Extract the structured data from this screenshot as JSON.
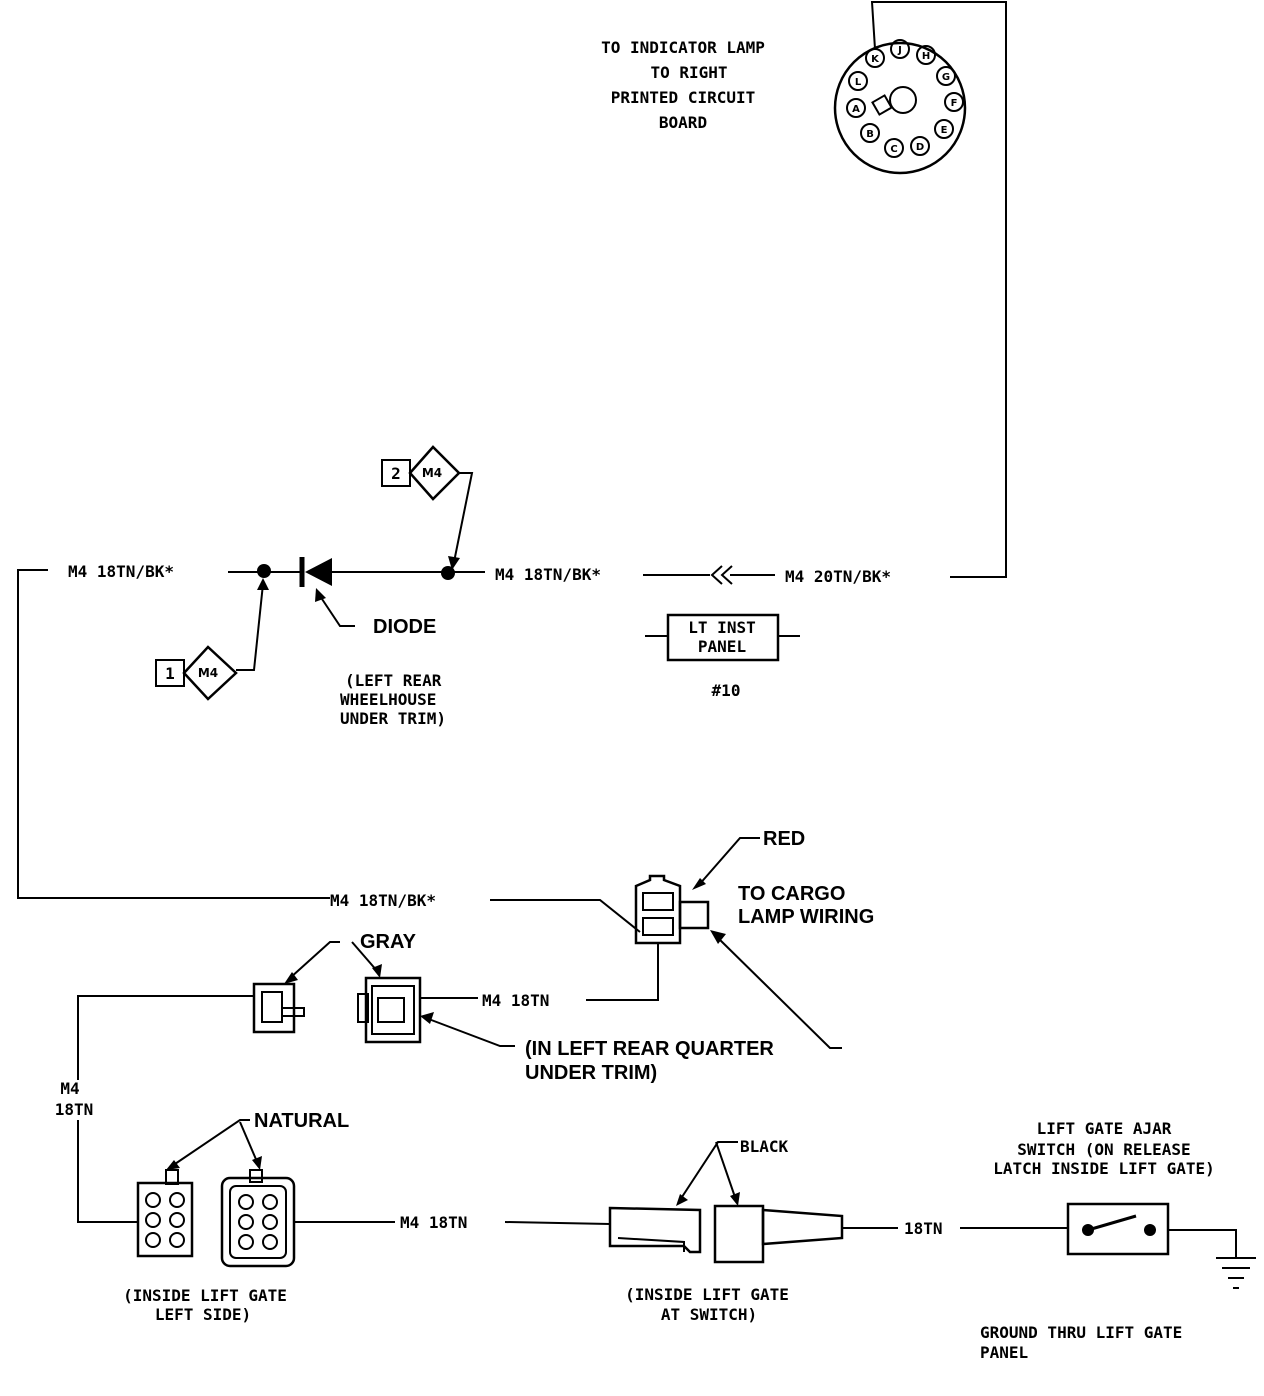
{
  "connector_top": {
    "label_lines": [
      "TO INDICATOR LAMP",
      "TO RIGHT",
      "PRINTED CIRCUIT",
      "BOARD"
    ],
    "pins": [
      "K",
      "J",
      "H",
      "G",
      "F",
      "E",
      "D",
      "C",
      "B",
      "A",
      "L"
    ]
  },
  "wires": {
    "main_left": "M4 18TN/BK*",
    "main_mid": "M4 18TN/BK*",
    "main_right": "M4 20TN/BK*",
    "long_run": "M4 18TN/BK*",
    "gray_run": "M4 18TN",
    "vertical_left": [
      "M4",
      "18TN"
    ],
    "bottom_mid": "M4 18TN",
    "bottom_right": "18TN"
  },
  "splices": [
    {
      "number": "1",
      "code": "M4"
    },
    {
      "number": "2",
      "code": "M4"
    }
  ],
  "diode": {
    "label": "DIODE",
    "location_lines": [
      "(LEFT REAR",
      "WHEELHOUSE",
      "UNDER TRIM)"
    ]
  },
  "inst_panel": {
    "lines": [
      "LT INST",
      "PANEL"
    ],
    "number": "#10"
  },
  "cargo": {
    "red_label": "RED",
    "lines": [
      "TO CARGO",
      "LAMP WIRING"
    ]
  },
  "gray_connector": {
    "label": "GRAY",
    "location_lines": [
      "(IN LEFT REAR QUARTER",
      "UNDER TRIM)"
    ]
  },
  "natural_connector": {
    "label": "NATURAL",
    "location_lines": [
      "(INSIDE LIFT GATE",
      "LEFT SIDE)"
    ]
  },
  "black_connector": {
    "label": "BLACK",
    "location_lines": [
      "(INSIDE LIFT GATE",
      "AT SWITCH)"
    ]
  },
  "switch": {
    "title_lines": [
      "LIFT GATE AJAR",
      "SWITCH (ON RELEASE",
      "LATCH INSIDE LIFT GATE)"
    ],
    "ground_lines": [
      "GROUND THRU LIFT GATE",
      "PANEL"
    ]
  }
}
